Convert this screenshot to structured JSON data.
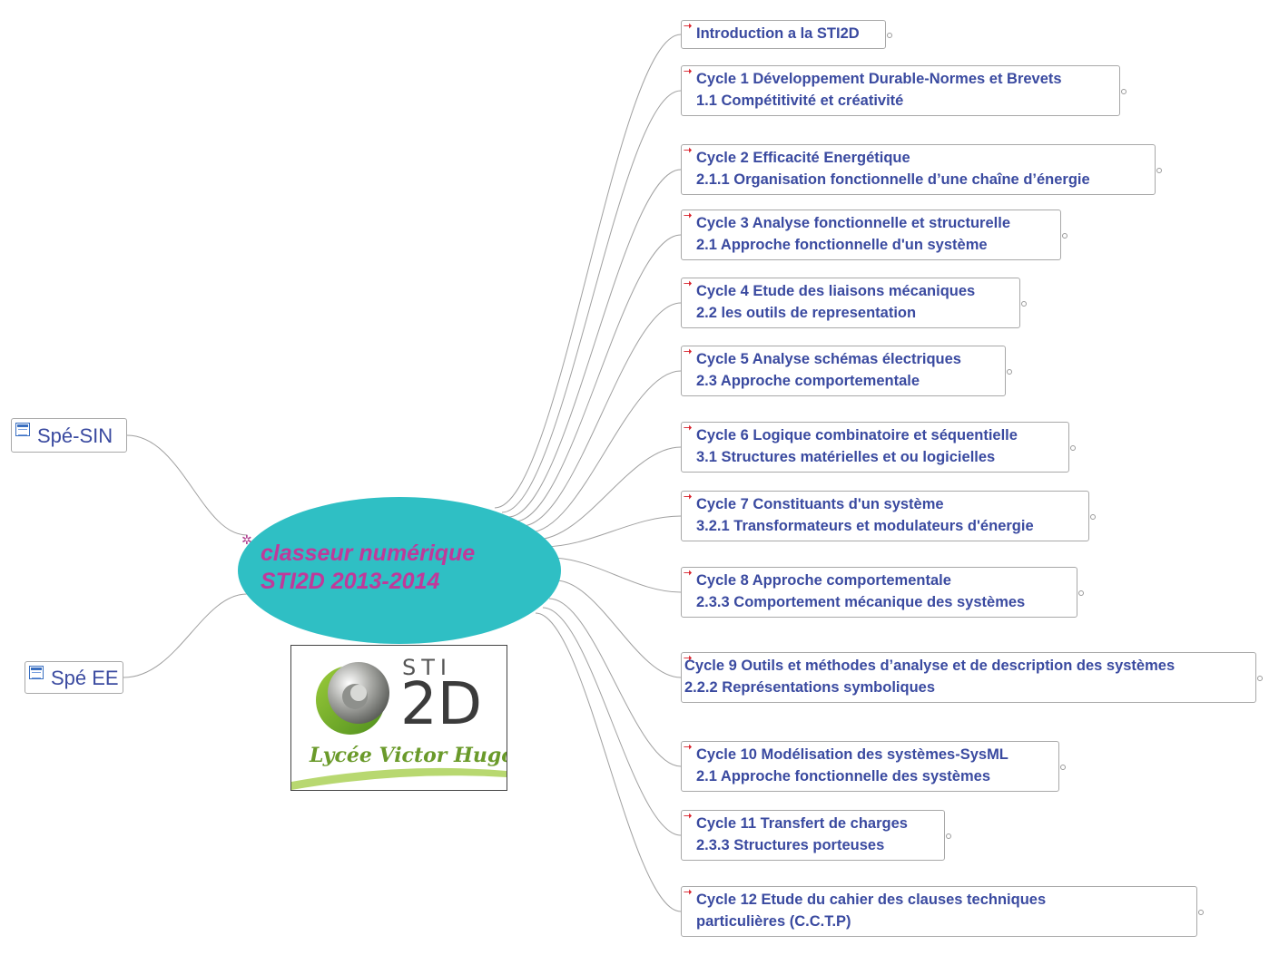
{
  "central": {
    "line1": "classeur numérique",
    "line2": "STI2D 2013-2014"
  },
  "logo": {
    "sti": "STI",
    "twod": "2D",
    "school": "Lycée Victor Hugo"
  },
  "left_nodes": [
    {
      "label": "Spé-SIN"
    },
    {
      "label": "Spé EE"
    }
  ],
  "right_nodes": [
    {
      "lines": [
        "Introduction a la STI2D"
      ]
    },
    {
      "lines": [
        "Cycle 1 Développement Durable-Normes et Brevets",
        "1.1 Compétitivité et créativité"
      ]
    },
    {
      "lines": [
        "Cycle 2 Efficacité Energétique",
        "2.1.1 Organisation fonctionnelle d’une chaîne d’énergie"
      ]
    },
    {
      "lines": [
        "Cycle 3 Analyse fonctionnelle et structurelle",
        "2.1 Approche fonctionnelle d'un système"
      ]
    },
    {
      "lines": [
        "Cycle 4 Etude des liaisons mécaniques",
        "2.2 les outils de representation"
      ]
    },
    {
      "lines": [
        "Cycle 5 Analyse schémas électriques",
        "2.3 Approche comportementale"
      ]
    },
    {
      "lines": [
        "Cycle 6 Logique combinatoire et séquentielle",
        "3.1 Structures matérielles et ou logicielles"
      ]
    },
    {
      "lines": [
        "Cycle 7 Constituants d'un système",
        "3.2.1 Transformateurs et modulateurs d'énergie"
      ]
    },
    {
      "lines": [
        "Cycle 8 Approche comportementale",
        "2.3.3 Comportement mécanique des systèmes"
      ]
    },
    {
      "lines": [
        "Cycle 9  Outils et méthodes d’analyse et de description des systèmes",
        "2.2.2 Représentations symboliques"
      ]
    },
    {
      "lines": [
        "Cycle 10 Modélisation des systèmes-SysML",
        "2.1 Approche fonctionnelle des systèmes"
      ]
    },
    {
      "lines": [
        "Cycle 11 Transfert de charges",
        "2.3.3 Structures porteuses"
      ]
    },
    {
      "lines": [
        "Cycle 12 Etude du cahier des clauses techniques",
        "particulières (C.C.T.P)"
      ]
    }
  ],
  "colors": {
    "central_fill": "#2fbfc4",
    "central_text": "#c0399a",
    "node_text": "#3a4aa0",
    "arrow": "#d8202a",
    "connector": "#a0a0a0"
  }
}
